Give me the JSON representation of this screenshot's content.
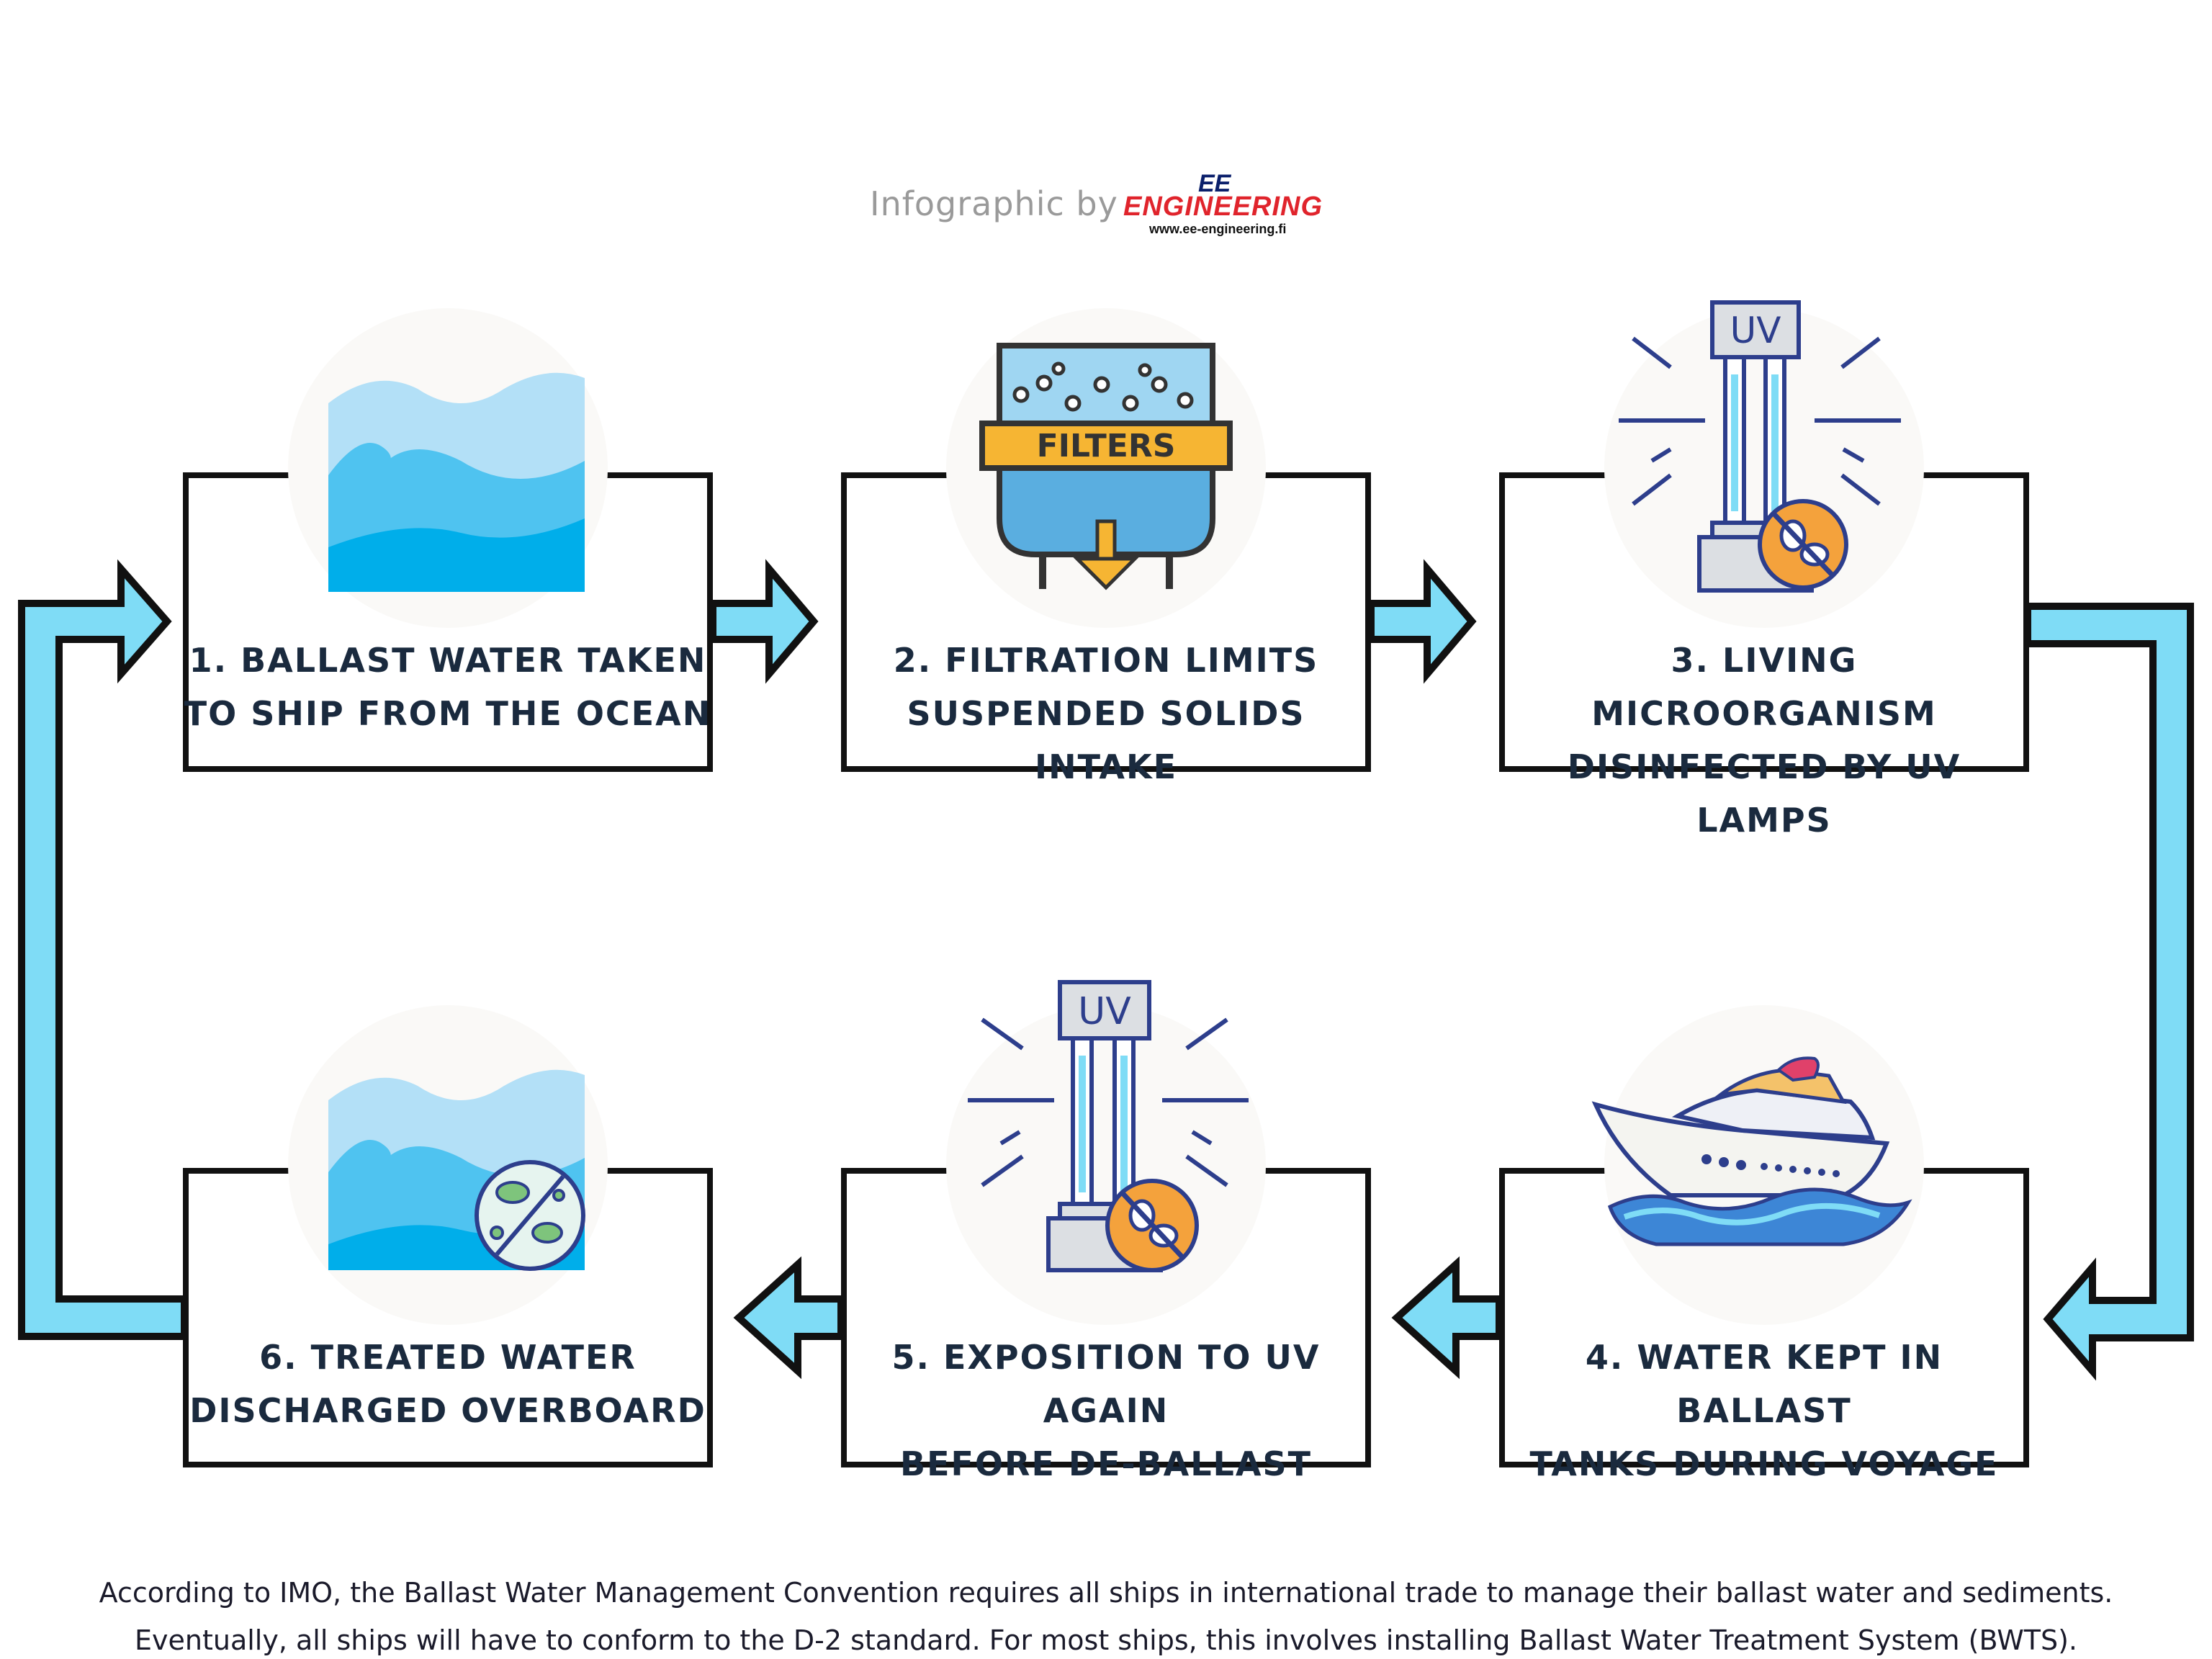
{
  "header": {
    "credit_text": "Infographic by",
    "logo": {
      "top": "EE",
      "main": "ENGINEERING",
      "url": "www.ee-engineering.fi"
    }
  },
  "steps": [
    {
      "id": 1,
      "line1": "1. BALLAST WATER TAKEN",
      "line2": "TO SHIP FROM THE OCEAN",
      "icon": "ocean-waves-icon"
    },
    {
      "id": 2,
      "line1": "2. FILTRATION LIMITS",
      "line2": "SUSPENDED SOLIDS INTAKE",
      "icon": "filter-tank-icon",
      "icon_label": "FILTERS"
    },
    {
      "id": 3,
      "line1": "3. LIVING MICROORGANISM",
      "line2": "DISINFECTED BY UV LAMPS",
      "icon": "uv-lamp-icon",
      "icon_label": "UV"
    },
    {
      "id": 4,
      "line1": "4. WATER KEPT IN BALLAST",
      "line2": "TANKS DURING VOYAGE",
      "icon": "ship-icon"
    },
    {
      "id": 5,
      "line1": "5. EXPOSITION TO UV AGAIN",
      "line2": "BEFORE DE-BALLAST",
      "icon": "uv-lamp-icon",
      "icon_label": "UV"
    },
    {
      "id": 6,
      "line1": "6. TREATED WATER",
      "line2": "DISCHARGED OVERBOARD",
      "icon": "treated-water-icon"
    }
  ],
  "footer": {
    "line1": "According to IMO, the Ballast Water Management Convention requires all ships in international trade to manage their ballast water and sediments.",
    "line2": "Eventually, all ships will have to conform to the D-2 standard. For most ships, this involves installing Ballast Water Treatment System (BWTS)."
  },
  "colors": {
    "arrow_fill": "#7fdcf6",
    "box_border": "#111111",
    "text": "#1a2a3e",
    "water_light": "#b3e0f7",
    "water_mid": "#4fc3f0",
    "water_dark": "#00aeea",
    "filter_band": "#f6b533",
    "uv_frame": "#2d3e8c",
    "no_microbe": "#f4a23c"
  }
}
